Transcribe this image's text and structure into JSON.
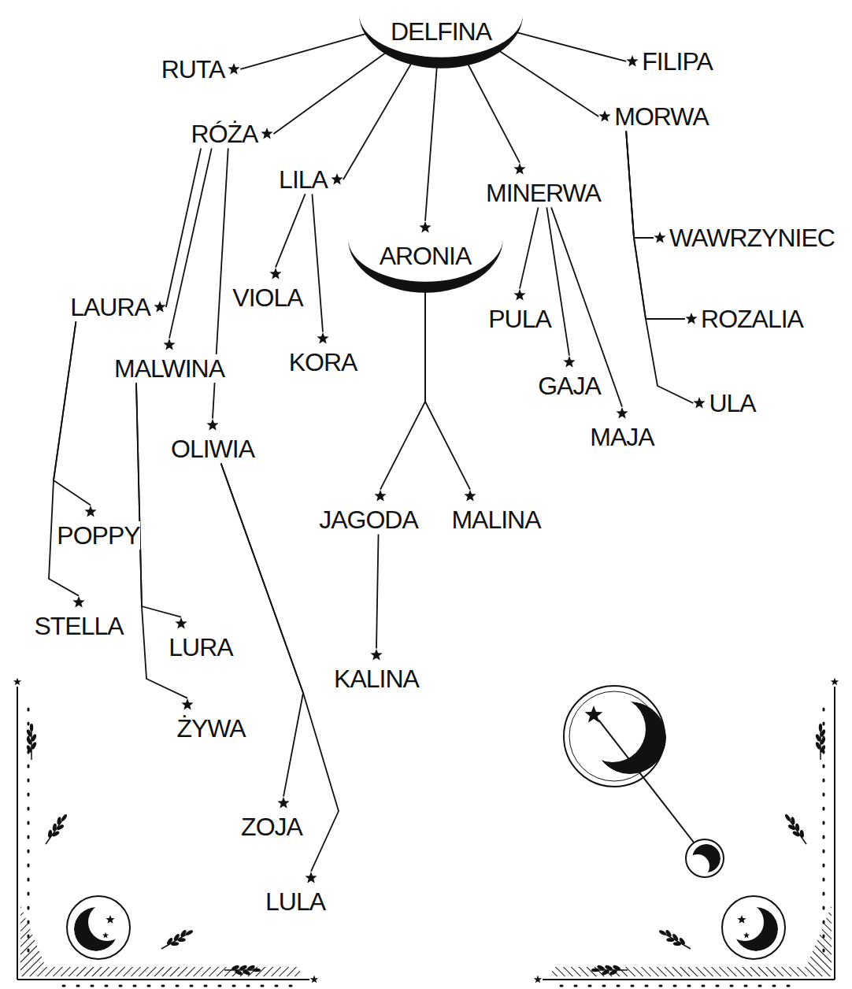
{
  "diagram": {
    "nodes": [
      {
        "text": [
          "DELFINA"
        ]
      },
      {
        "text": [
          "RUTA"
        ]
      },
      {
        "text": [
          "FILIPA"
        ]
      },
      {
        "text": [
          "RÓŻA"
        ]
      },
      {
        "text": [
          "MORWA"
        ]
      },
      {
        "text": [
          "LILA"
        ]
      },
      {
        "text": [
          "MINERWA"
        ]
      },
      {
        "text": [
          "ARONIA"
        ]
      },
      {
        "text": [
          "WAWRZYNIEC"
        ]
      },
      {
        "text": [
          "LAURA"
        ]
      },
      {
        "text": [
          "VIOLA"
        ]
      },
      {
        "text": [
          "PULA"
        ]
      },
      {
        "text": [
          "ROZALIA"
        ]
      },
      {
        "text": [
          "MALWINA"
        ]
      },
      {
        "text": [
          "KORA"
        ]
      },
      {
        "text": [
          "GAJA"
        ]
      },
      {
        "text": [
          "ULA"
        ]
      },
      {
        "text": [
          "OLIWIA"
        ]
      },
      {
        "text": [
          "MAJA"
        ]
      },
      {
        "text": [
          "JAGODA"
        ]
      },
      {
        "text": [
          "MALINA"
        ]
      },
      {
        "text": [
          "POPPY"
        ]
      },
      {
        "text": [
          "STELLA"
        ]
      },
      {
        "text": [
          "LURA"
        ]
      },
      {
        "text": [
          "KALINA"
        ]
      },
      {
        "text": [
          "ŻYWA"
        ]
      },
      {
        "text": [
          "ZOJA"
        ]
      },
      {
        "text": [
          "LULA"
        ]
      }
    ],
    "edges": [
      {
        "from": 0,
        "to": 1,
        "arrow": "none"
      },
      {
        "from": 0,
        "to": 3,
        "arrow": "none"
      },
      {
        "from": 0,
        "to": 5,
        "arrow": "none"
      },
      {
        "from": 0,
        "to": 7,
        "arrow": "none"
      },
      {
        "from": 0,
        "to": 6,
        "arrow": "none"
      },
      {
        "from": 0,
        "to": 4,
        "arrow": "none"
      },
      {
        "from": 0,
        "to": 2,
        "arrow": "none"
      },
      {
        "from": 3,
        "to": 9,
        "arrow": "none"
      },
      {
        "from": 3,
        "to": 13,
        "arrow": "none"
      },
      {
        "from": 3,
        "to": 17,
        "arrow": "none"
      },
      {
        "from": 5,
        "to": 10,
        "arrow": "none"
      },
      {
        "from": 5,
        "to": 14,
        "arrow": "none"
      },
      {
        "from": 7,
        "to": 19,
        "arrow": "none"
      },
      {
        "from": 7,
        "to": 20,
        "arrow": "none"
      },
      {
        "from": 6,
        "to": 11,
        "arrow": "none"
      },
      {
        "from": 6,
        "to": 15,
        "arrow": "none"
      },
      {
        "from": 6,
        "to": 18,
        "arrow": "none"
      },
      {
        "from": 4,
        "to": 8,
        "arrow": "none"
      },
      {
        "from": 4,
        "to": 12,
        "arrow": "none"
      },
      {
        "from": 4,
        "to": 16,
        "arrow": "none"
      },
      {
        "from": 9,
        "to": 21,
        "arrow": "none"
      },
      {
        "from": 9,
        "to": 22,
        "arrow": "none"
      },
      {
        "from": 13,
        "to": 23,
        "arrow": "none"
      },
      {
        "from": 13,
        "to": 25,
        "arrow": "none"
      },
      {
        "from": 17,
        "to": 26,
        "arrow": "none"
      },
      {
        "from": 17,
        "to": 27,
        "arrow": "none"
      },
      {
        "from": 19,
        "to": 24,
        "arrow": "none"
      }
    ]
  }
}
